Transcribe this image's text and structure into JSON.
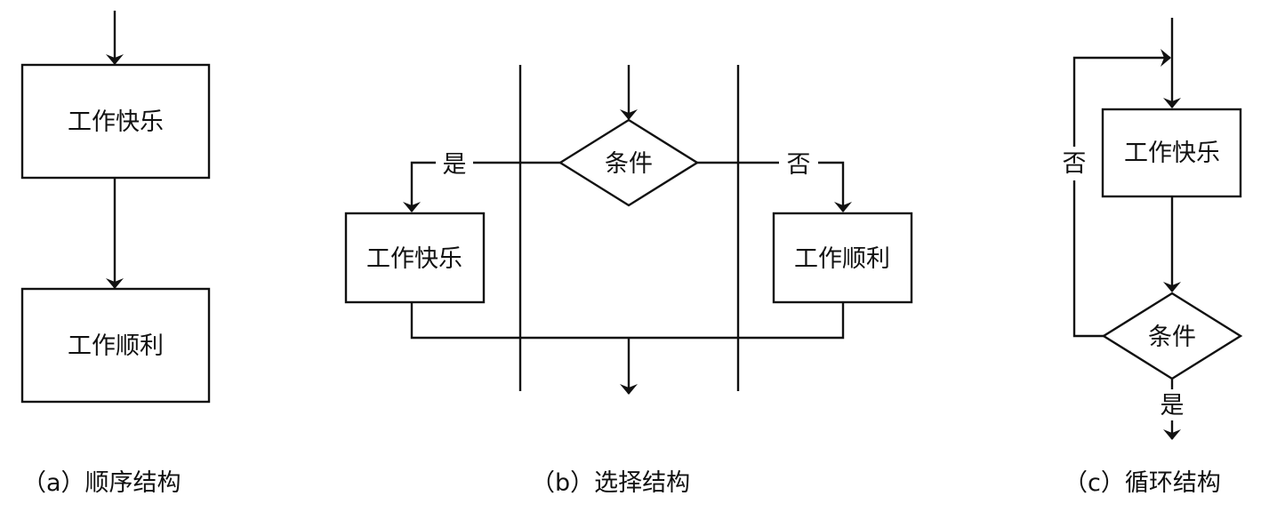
{
  "sequence": {
    "box1": "工作快乐",
    "box2": "工作顺利",
    "caption": "（a）顺序结构"
  },
  "selection": {
    "condition": "条件",
    "yes_label": "是",
    "no_label": "否",
    "left_box": "工作快乐",
    "right_box": "工作顺利",
    "caption": "（b）选择结构"
  },
  "loop": {
    "box": "工作快乐",
    "condition": "条件",
    "no_label": "否",
    "yes_label": "是",
    "caption": "（c）循环结构"
  },
  "colors": {
    "stroke": "#111111",
    "background": "#ffffff"
  }
}
